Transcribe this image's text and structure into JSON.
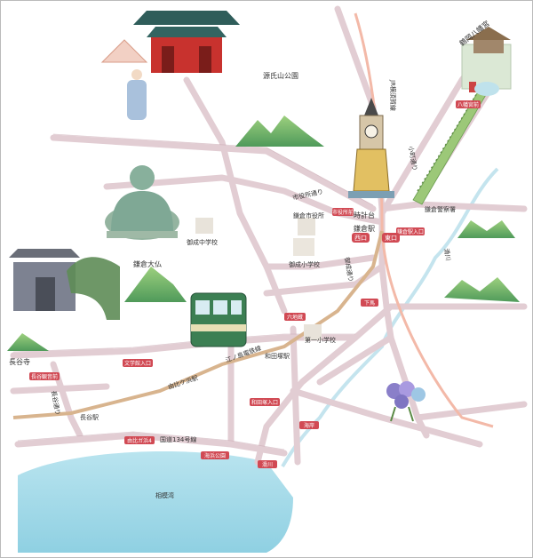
{
  "labels": {
    "genjiyama_park": "源氏山公園",
    "jr_yokosuka_line": "JR横須賀線",
    "tsurugaoka_hachimangu": "鶴岡八幡宮",
    "komachi_dori": "小町通り",
    "kamakura_police": "鎌倉警察署",
    "shiyakusho_dori": "市役所通り",
    "kamakura_city_hall": "鎌倉市役所",
    "onari_chugakko": "御成中学校",
    "onari_shogakko": "御成小学校",
    "tokeidai": "時計台",
    "kamakura_station": "鎌倉駅",
    "nishiguchi": "西口",
    "higashiguchi": "東口",
    "onari_dori": "御成通り",
    "namerikawa": "滑川",
    "kamakura_daibutsu": "鎌倉大仏",
    "hasedera": "長谷寺",
    "enoden_line": "江ノ島電鉄線",
    "wadazuka_station": "和田塚駅",
    "daiichi_shogakko": "第一小学校",
    "yuigahama_station": "由比ケ浜駅",
    "hase_dori": "長谷通り",
    "hase_station": "長谷駅",
    "route134": "国道134号線",
    "sagami_bay": "相模湾"
  },
  "signs": {
    "hachimangu": "八幡宮前",
    "city_hall": "市役所前",
    "station_entrance": "鎌倉駅入口",
    "shimobaba": "下馬",
    "rokujizo": "六地蔵",
    "hase_kannon": "長谷観音前",
    "bungaku": "文学館入口",
    "wadazuka": "和田塚入口",
    "kaihinkoen": "海浜公園",
    "yuigahama4": "由比ガ浜4",
    "kaigan": "海岸",
    "namerikawa_sign": "滑川"
  },
  "colors": {
    "road": "#e6d0d6",
    "road_edge": "#c9a9b3",
    "railway_enoden": "#d8b48e",
    "railway_jr": "#f3b9a8",
    "sea": "#a8dcea",
    "river": "#c4e4ee",
    "sign_red": "#d14a54",
    "hill_green": "#7cb86a"
  }
}
